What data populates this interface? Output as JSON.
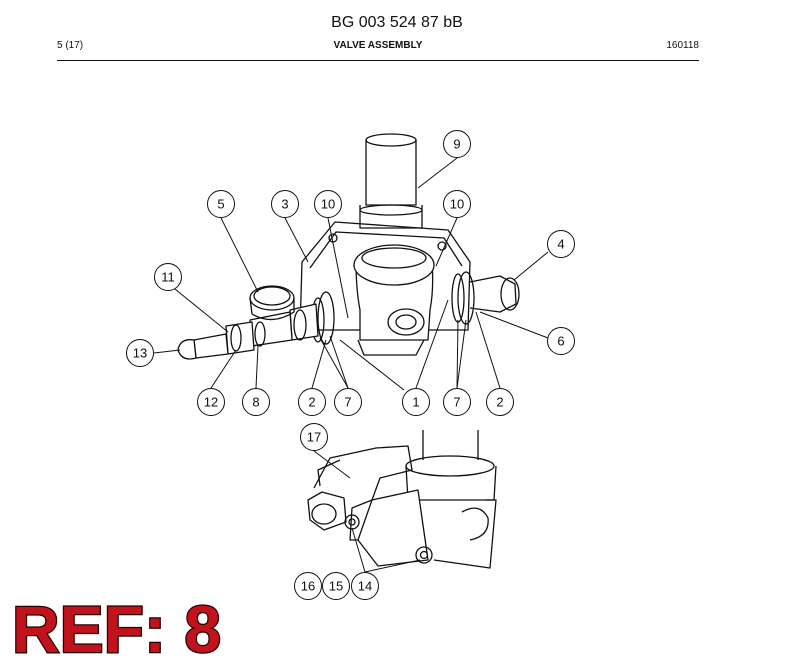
{
  "header": {
    "doc_number": "BG 003 524 87 bB",
    "page": "5 (17)",
    "title": "VALVE ASSEMBLY",
    "date": "160118"
  },
  "callouts": {
    "c9": "9",
    "c5": "5",
    "c3": "3",
    "c10a": "10",
    "c10b": "10",
    "c4": "4",
    "c11": "11",
    "c6": "6",
    "c13": "13",
    "c12": "12",
    "c8": "8",
    "c2a": "2",
    "c7a": "7",
    "c1": "1",
    "c7b": "7",
    "c2b": "2",
    "c17": "17",
    "c16": "16",
    "c15": "15",
    "c14": "14"
  },
  "ref_label": "REF: 8"
}
